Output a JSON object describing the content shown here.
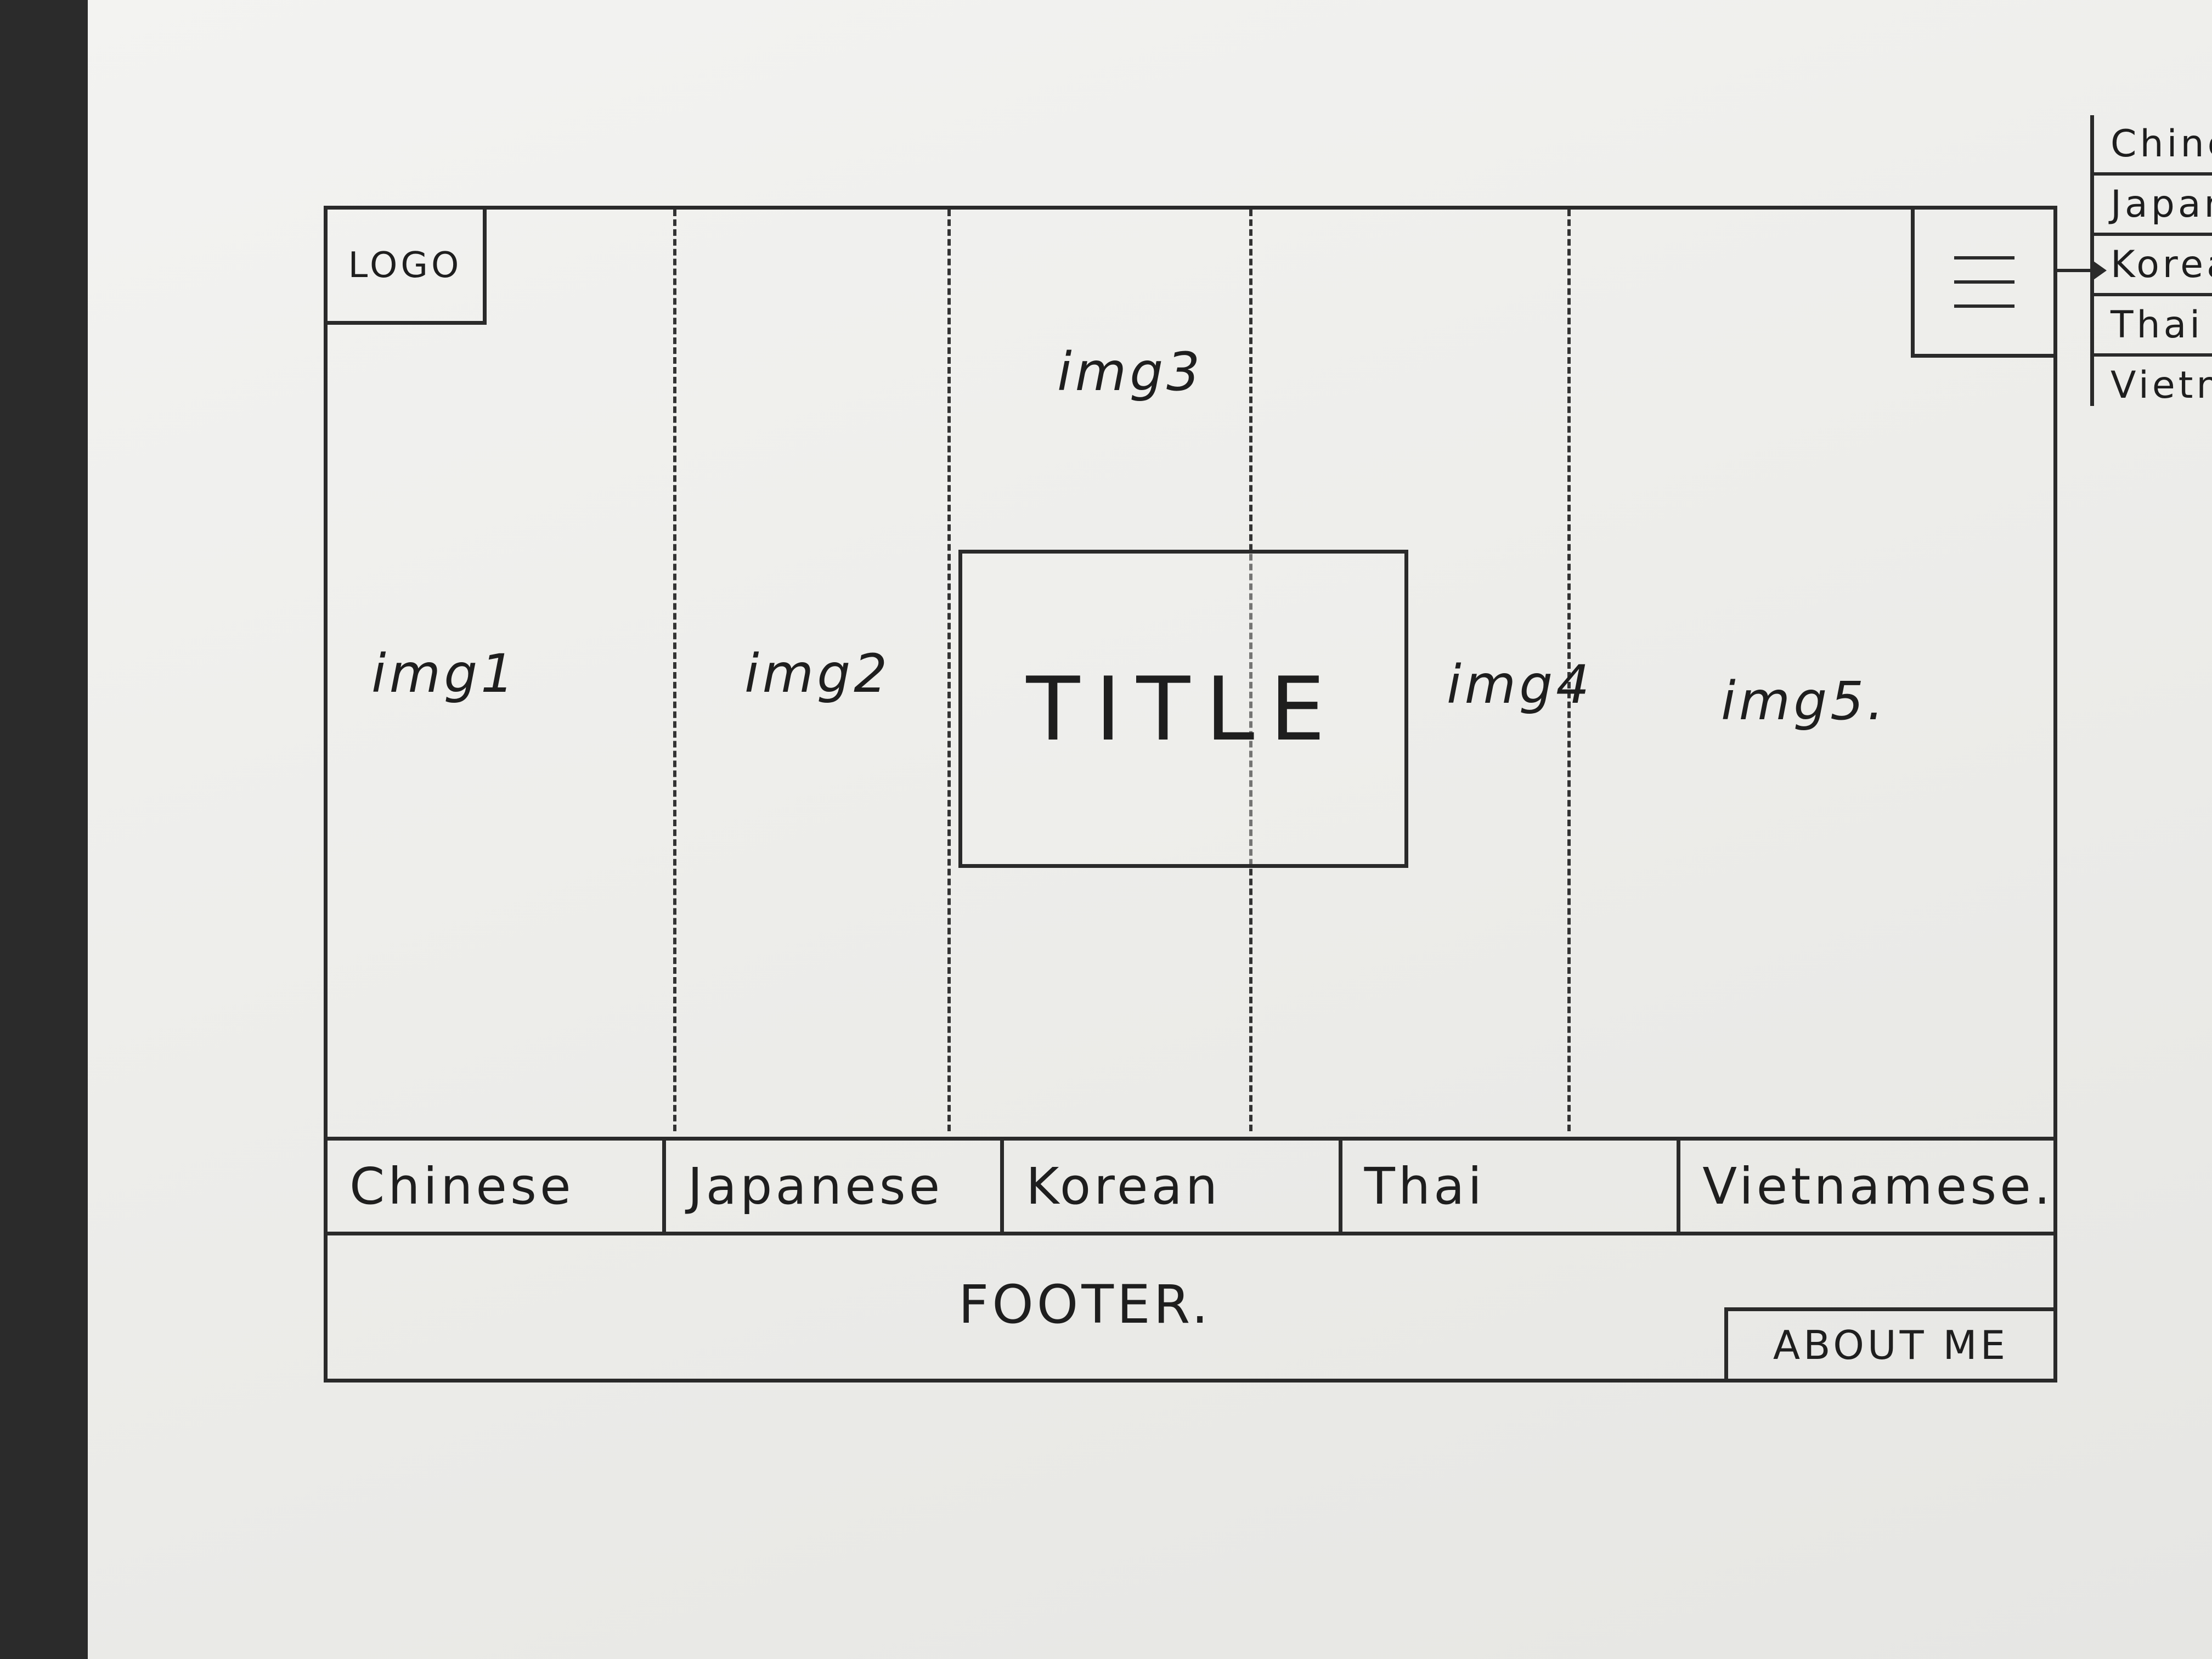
{
  "header": {
    "logo_label": "LOGO"
  },
  "hero": {
    "images": [
      "img1",
      "img2",
      "img3",
      "img4",
      "img5."
    ],
    "title": "TITLE"
  },
  "nav": {
    "items": [
      "Chinese",
      "Japanese",
      "Korean",
      "Thai",
      "Vietnamese."
    ]
  },
  "dropdown": {
    "items": [
      "Chinese",
      "Japanese",
      "Korean",
      "Thai",
      "Vietname"
    ]
  },
  "footer": {
    "label": "FOOTER.",
    "about_label": "ABOUT ME"
  },
  "colors": {
    "ink": "#2a2a2a",
    "paper": "#efefec",
    "background": "#2b2b2b"
  },
  "icons": {
    "menu": "hamburger-menu-icon",
    "arrow": "arrow-right-icon"
  }
}
